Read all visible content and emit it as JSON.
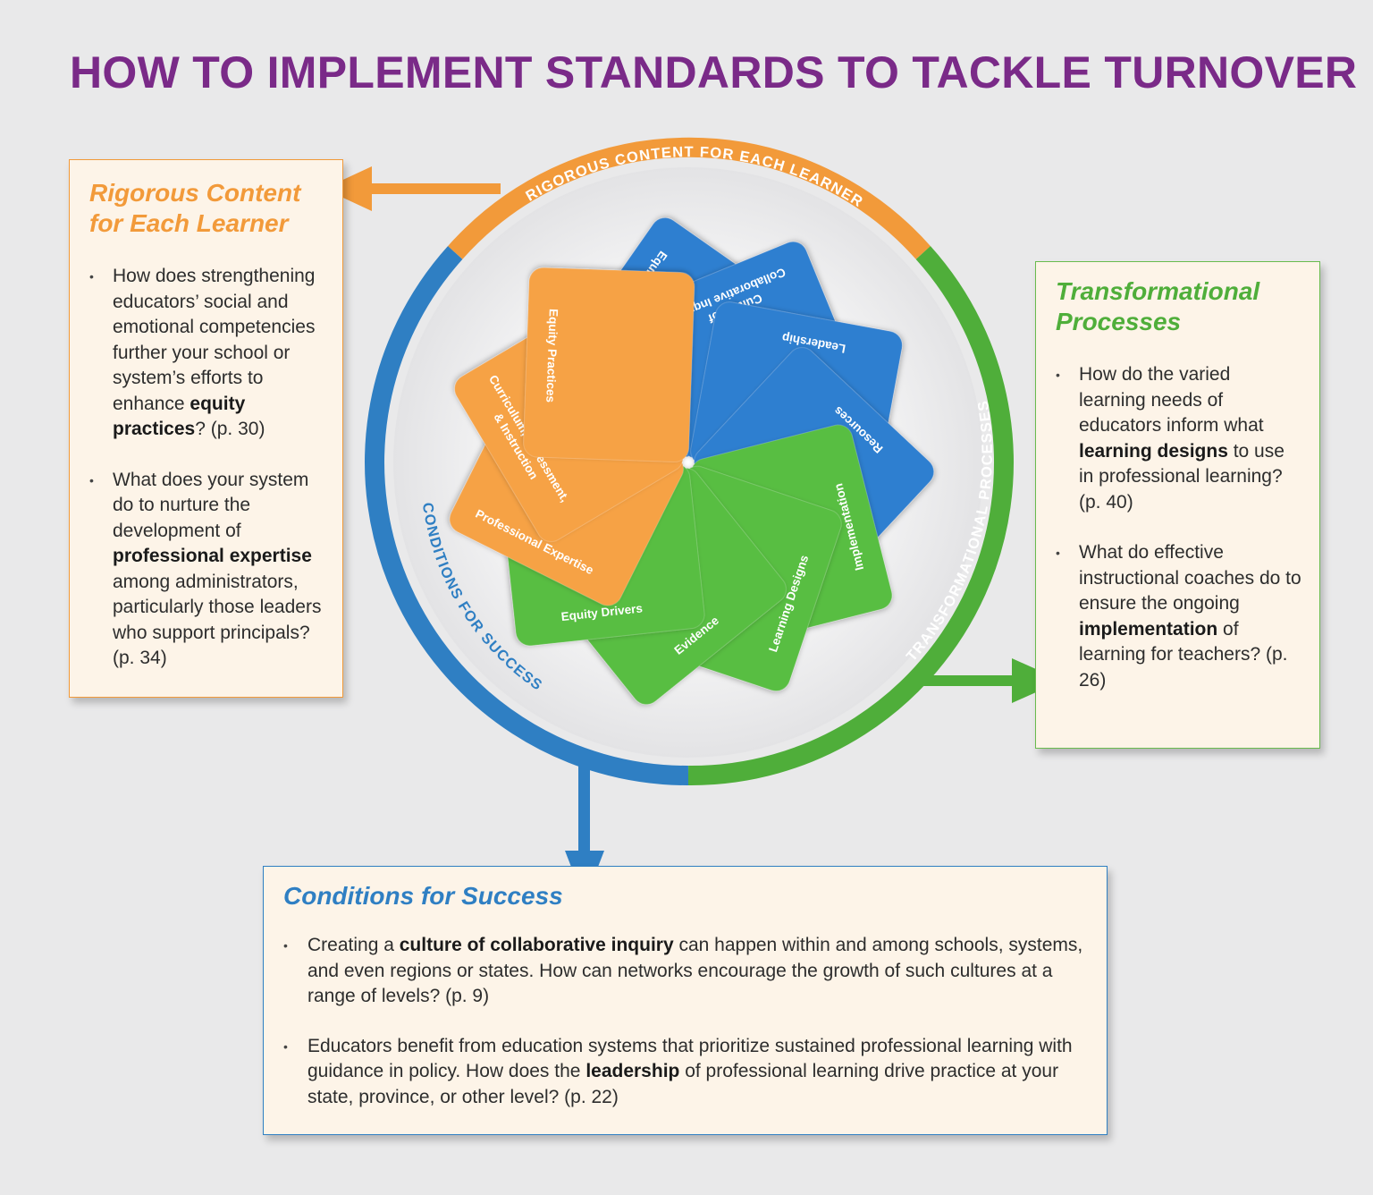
{
  "title": "HOW TO IMPLEMENT STANDARDS TO TACKLE TURNOVER",
  "colors": {
    "title": "#7a2a88",
    "orange": "#f29a3a",
    "blue": "#2f7fc3",
    "green": "#4fae3a",
    "box_bg": "#fdf4e8"
  },
  "ring_labels": {
    "top": "RIGOROUS CONTENT FOR EACH LEARNER",
    "left": "CONDITIONS FOR SUCCESS",
    "right": "TRANSFORMATIONAL PROCESSES"
  },
  "cards": [
    {
      "label": "Equity Foundations",
      "color": "blue"
    },
    {
      "label": "Culture of",
      "label2": "Collaborative Inquiry",
      "color": "blue"
    },
    {
      "label": "Leadership",
      "color": "blue"
    },
    {
      "label": "Resources",
      "color": "blue"
    },
    {
      "label": "Implementation",
      "color": "green"
    },
    {
      "label": "Learning Designs",
      "color": "green"
    },
    {
      "label": "Evidence",
      "color": "green"
    },
    {
      "label": "Equity Drivers",
      "color": "green"
    },
    {
      "label": "Professional Expertise",
      "color": "orange"
    },
    {
      "label": "Curriculum, Assessment,",
      "label2": "& Instruction",
      "color": "orange"
    },
    {
      "label": "Equity Practices",
      "color": "orange"
    }
  ],
  "boxes": {
    "rigorous": {
      "title_line1": "Rigorous Content",
      "title_line2": "for Each Learner",
      "q1": {
        "pre": "How does strengthening educators’ social and emotional competencies further your school or system’s efforts to enhance ",
        "bold": "equity practices",
        "post": "? (p. 30)"
      },
      "q2": {
        "pre": "What does your system do to nurture the development of ",
        "bold": "professional expertise",
        "post": " among administrators, particularly those leaders who support principals? (p. 34)"
      }
    },
    "transformational": {
      "title_line1": "Transformational",
      "title_line2": "Processes",
      "q1": {
        "pre": "How do the varied learning needs of educators inform what ",
        "bold": "learning designs",
        "post": " to use in professional learning? (p. 40)"
      },
      "q2": {
        "pre": "What do effective instructional coaches do to ensure the ongoing ",
        "bold": "implementation",
        "post": " of learning for teachers? (p. 26)"
      }
    },
    "conditions": {
      "title": "Conditions for Success",
      "q1": {
        "pre": "Creating a ",
        "bold": "culture of collaborative inquiry",
        "post": " can happen within and among schools, systems, and even regions or states. How can networks encourage the growth of such cultures at a range of levels? (p. 9)"
      },
      "q2": {
        "pre": "Educators benefit from education systems that prioritize sustained professional learning with guidance in policy. How does the ",
        "bold": "leadership",
        "post": " of professional learning drive practice at your state, province, or other level? (p. 22)"
      }
    }
  }
}
